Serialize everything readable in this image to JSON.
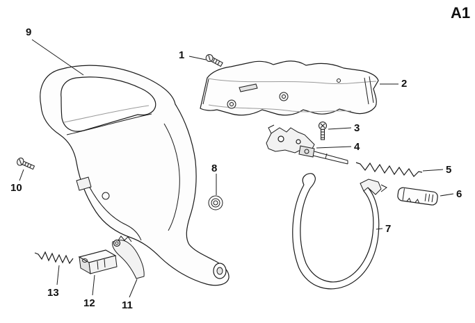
{
  "page": {
    "background": "#ffffff"
  },
  "diagram": {
    "sheet_label": "A1",
    "colors": {
      "line": "#1a1a1a",
      "fill_light": "#f2f2f2",
      "fill_mid": "#e3e3e3",
      "fill_dark": "#8a8a8a",
      "background": "#ffffff"
    },
    "callouts": [
      {
        "num": "1",
        "part": "screw"
      },
      {
        "num": "2",
        "part": "top-cover-plate"
      },
      {
        "num": "3",
        "part": "screw"
      },
      {
        "num": "4",
        "part": "brake-bracket"
      },
      {
        "num": "5",
        "part": "coil-spring"
      },
      {
        "num": "6",
        "part": "sleeve"
      },
      {
        "num": "7",
        "part": "brake-band"
      },
      {
        "num": "8",
        "part": "grommet"
      },
      {
        "num": "9",
        "part": "handle-housing"
      },
      {
        "num": "10",
        "part": "screw"
      },
      {
        "num": "11",
        "part": "lever"
      },
      {
        "num": "12",
        "part": "block"
      },
      {
        "num": "13",
        "part": "spring"
      }
    ]
  }
}
